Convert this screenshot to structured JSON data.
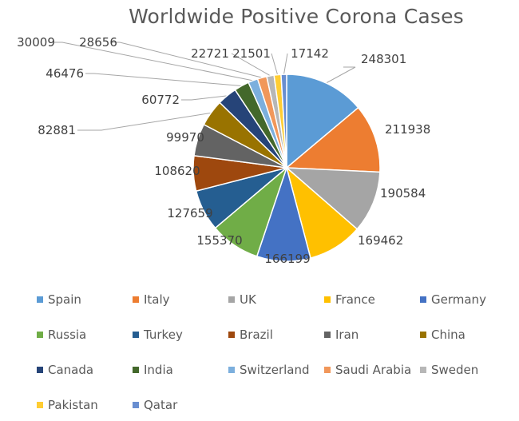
{
  "chart_data": {
    "type": "pie",
    "title": "Worldwide Positive Corona Cases",
    "legend_position": "bottom",
    "slices": [
      {
        "label": "Spain",
        "value": 248301,
        "color": "#5B9BD5"
      },
      {
        "label": "Italy",
        "value": 211938,
        "color": "#ED7D31"
      },
      {
        "label": "UK",
        "value": 190584,
        "color": "#A5A5A5"
      },
      {
        "label": "France",
        "value": 169462,
        "color": "#FFC000"
      },
      {
        "label": "Germany",
        "value": 166199,
        "color": "#4472C4"
      },
      {
        "label": "Russia",
        "value": 155370,
        "color": "#70AD47"
      },
      {
        "label": "Turkey",
        "value": 127659,
        "color": "#255E91"
      },
      {
        "label": "Brazil",
        "value": 108620,
        "color": "#9E480E"
      },
      {
        "label": "Iran",
        "value": 99970,
        "color": "#636363"
      },
      {
        "label": "China",
        "value": 82881,
        "color": "#997300"
      },
      {
        "label": "Canada",
        "value": 60772,
        "color": "#264478"
      },
      {
        "label": "India",
        "value": 46476,
        "color": "#43682B"
      },
      {
        "label": "Switzerland",
        "value": 30009,
        "color": "#7CAFDD"
      },
      {
        "label": "Saudi Arabia",
        "value": 28656,
        "color": "#F1975A"
      },
      {
        "label": "Sweden",
        "value": 22721,
        "color": "#B7B7B7"
      },
      {
        "label": "Pakistan",
        "value": 21501,
        "color": "#FFCD33"
      },
      {
        "label": "Qatar",
        "value": 17142,
        "color": "#698ED0"
      }
    ]
  }
}
